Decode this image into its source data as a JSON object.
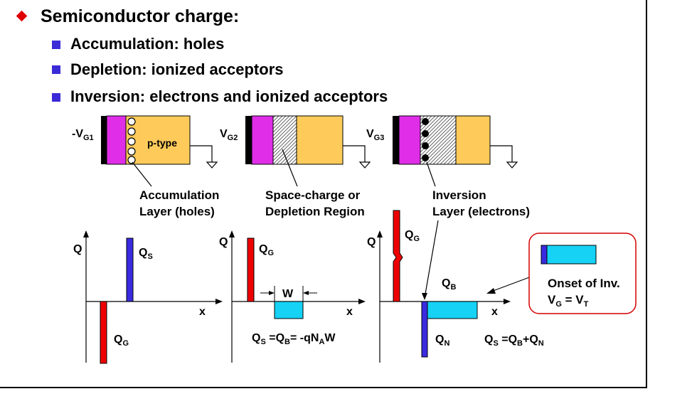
{
  "heading": "Semiconductor charge:",
  "bullets": [
    "Accumulation: holes",
    "Depletion: ionized acceptors",
    "Inversion: electrons and ionized acceptors"
  ],
  "devices": {
    "d1": {
      "gate_label": "-V",
      "gate_sub": "G1",
      "body_label": "p-type"
    },
    "d2": {
      "gate_label": "V",
      "gate_sub": "G2"
    },
    "d3": {
      "gate_label": "V",
      "gate_sub": "G3"
    }
  },
  "region_labels": {
    "accum_1": "Accumulation",
    "accum_2": "Layer (holes)",
    "depl_1": "Space-charge or",
    "depl_2": "Depletion Region",
    "inv_1": "Inversion",
    "inv_2": "Layer (electrons)"
  },
  "plots": {
    "p1": {
      "ylabel": "Q",
      "xlabel": "x",
      "top_main": "Q",
      "top_sub": "S",
      "bottom_main": "Q",
      "bottom_sub": "G"
    },
    "p2": {
      "ylabel": "Q",
      "xlabel": "x",
      "top_main": "Q",
      "top_sub": "G",
      "width_label": "W",
      "eq": {
        "a": "Q",
        "a_sub": "S",
        "b": " =Q",
        "b_sub": "B",
        "c": "= -qN",
        "c_sub": "A",
        "d": "W"
      }
    },
    "p3": {
      "ylabel": "Q",
      "xlabel": "x",
      "top_main": "Q",
      "top_sub": "G",
      "b_main": "Q",
      "b_sub": "B",
      "n_main": "Q",
      "n_sub": "N",
      "eq": {
        "a": "Q",
        "a_sub": "S",
        "b": " =Q",
        "b_sub": "B",
        "c": "+Q",
        "c_sub": "N"
      }
    }
  },
  "onset_box": {
    "line1": "Onset of Inv.",
    "v1": "V",
    "v1_sub": "G",
    "eq": " = V",
    "v2_sub": "T"
  },
  "colors": {
    "gate": "#000000",
    "oxide": "#e02ee8",
    "semiconductor": "#fecb5b",
    "charge_red": "#ee0000",
    "charge_blue": "#3a2be0",
    "depletion_cyan": "#16d2f5",
    "bullet_red": "#e00000",
    "bullet_blue": "#3b2bd6",
    "callout_border": "#d40000"
  }
}
